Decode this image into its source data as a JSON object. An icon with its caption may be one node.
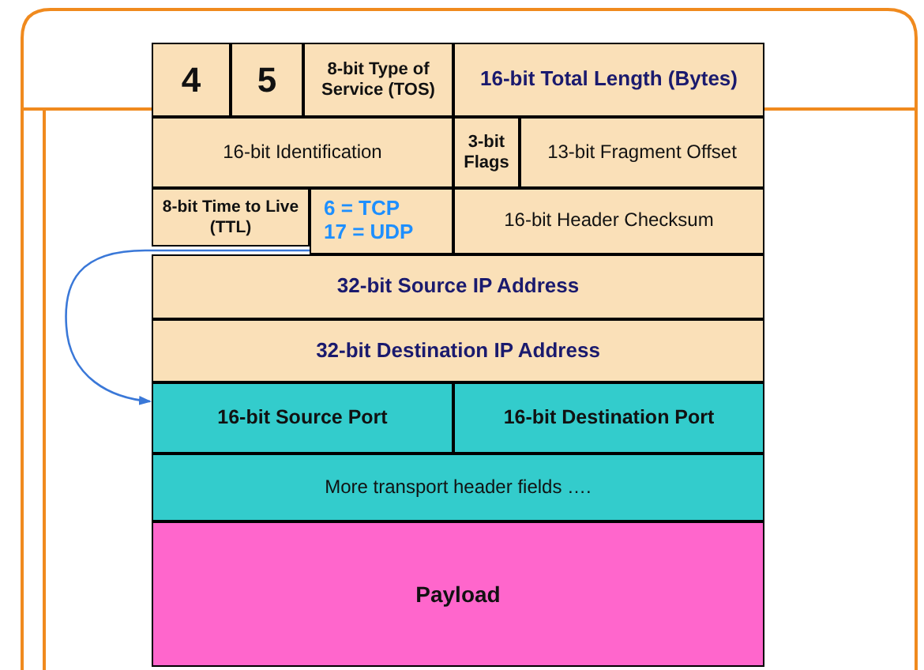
{
  "diagram": {
    "nodes": [
      {
        "text": [
          "4"
        ]
      },
      {
        "text": [
          "5"
        ]
      },
      {
        "text": [
          "8-bit Type of Service (TOS)"
        ]
      },
      {
        "text": [
          "16-bit Total Length (Bytes)"
        ]
      },
      {
        "text": [
          "16-bit Identification"
        ]
      },
      {
        "text": [
          "3-bit Flags"
        ]
      },
      {
        "text": [
          "13-bit Fragment Offset"
        ]
      },
      {
        "text": [
          "8-bit Time to Live (TTL)"
        ]
      },
      {
        "text": [
          "6 = TCP 17 = UDP"
        ]
      },
      {
        "text": [
          "16-bit Header Checksum"
        ]
      },
      {
        "text": [
          "32-bit Source IP Address"
        ]
      },
      {
        "text": [
          "32-bit Destination IP Address"
        ]
      },
      {
        "text": [
          "16-bit Source Port"
        ]
      },
      {
        "text": [
          "16-bit Destination Port"
        ]
      },
      {
        "text": [
          "More transport header fields …."
        ]
      },
      {
        "text": [
          "Payload"
        ]
      }
    ],
    "edges": [
      {
        "from": 8,
        "to": 12,
        "arrow": "to"
      }
    ]
  }
}
